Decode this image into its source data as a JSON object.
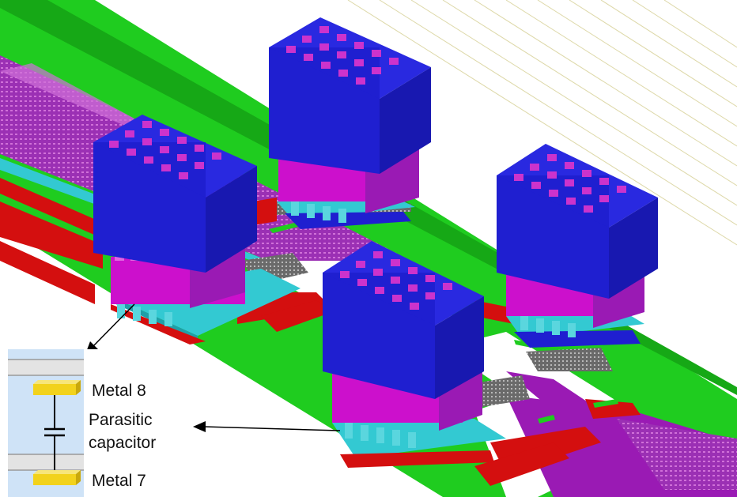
{
  "diagram": {
    "inset": {
      "metal_top_label": "Metal 8",
      "capacitor_label_line1": "Parasitic",
      "capacitor_label_line2": "capacitor",
      "metal_bottom_label": "Metal 7"
    },
    "colors": {
      "background": "#ffffff",
      "green_trace": "#1fcc1f",
      "red_trace": "#d40f0f",
      "purple_plane": "#9a1ab4",
      "magenta_layer": "#cc10cc",
      "blue_block": "#1f1fd0",
      "cyan_base": "#33c9d2",
      "inset_background": "#cfe3f7",
      "metal_yellow": "#f2d21c"
    },
    "components": [
      {
        "id": "stack-1"
      },
      {
        "id": "stack-2"
      },
      {
        "id": "stack-3"
      },
      {
        "id": "stack-4"
      }
    ]
  }
}
